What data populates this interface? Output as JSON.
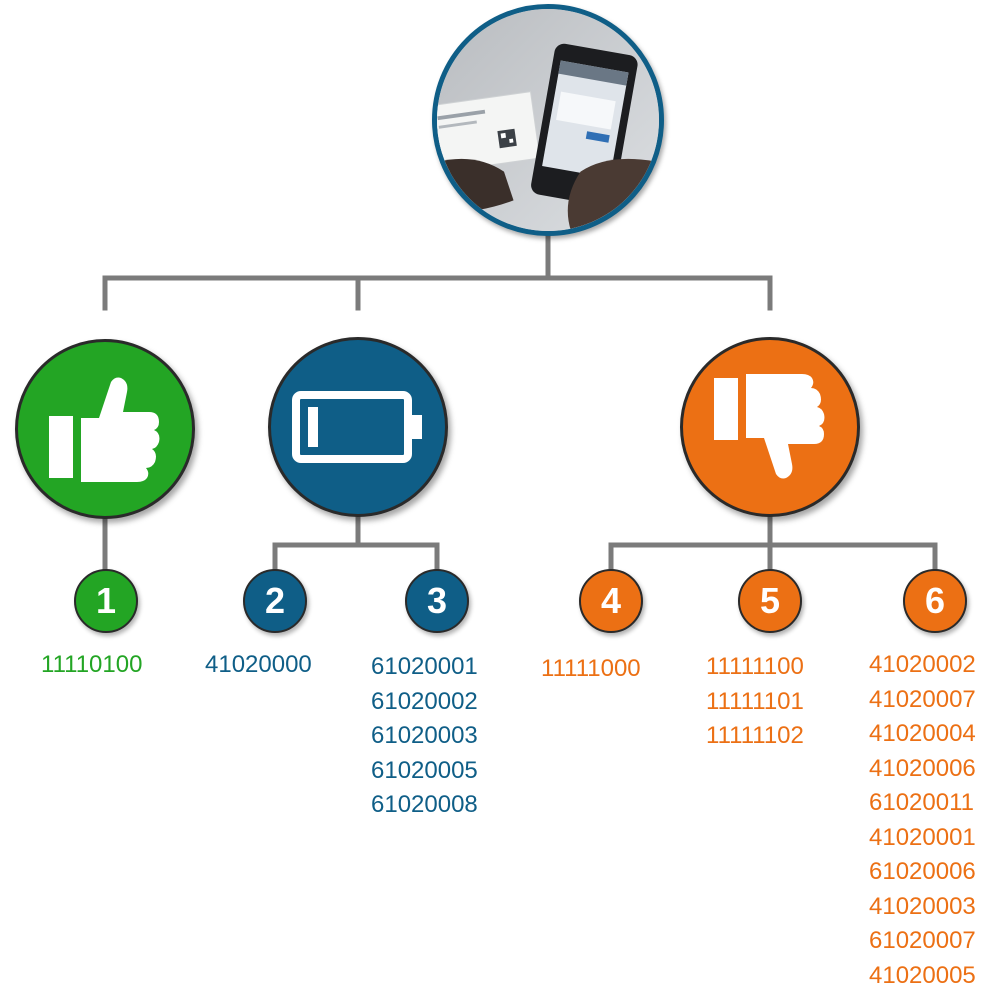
{
  "colors": {
    "green": "#23a524",
    "blue": "#0f5e87",
    "orange": "#ec7014",
    "connector": "#7b7b7b"
  },
  "root": {
    "image": "photo of hand holding smartphone scanning a medicine box barcode",
    "categories": [
      {
        "id": "good",
        "icon": "thumbs-up-icon",
        "color": "#23a524",
        "groups": [
          {
            "number": "1",
            "codes": [
              "11110100"
            ]
          }
        ]
      },
      {
        "id": "battery",
        "icon": "battery-low-icon",
        "color": "#0f5e87",
        "groups": [
          {
            "number": "2",
            "codes": [
              "41020000"
            ]
          },
          {
            "number": "3",
            "codes": [
              "61020001",
              "61020002",
              "61020003",
              "61020005",
              "61020008"
            ]
          }
        ]
      },
      {
        "id": "bad",
        "icon": "thumbs-down-icon",
        "color": "#ec7014",
        "groups": [
          {
            "number": "4",
            "codes": [
              "11111000"
            ]
          },
          {
            "number": "5",
            "codes": [
              "11111100",
              "11111101",
              "11111102"
            ]
          },
          {
            "number": "6",
            "codes": [
              "41020002",
              "41020007",
              "41020004",
              "41020006",
              "61020011",
              "41020001",
              "61020006",
              "41020003",
              "61020007",
              "41020005"
            ]
          }
        ]
      }
    ]
  }
}
